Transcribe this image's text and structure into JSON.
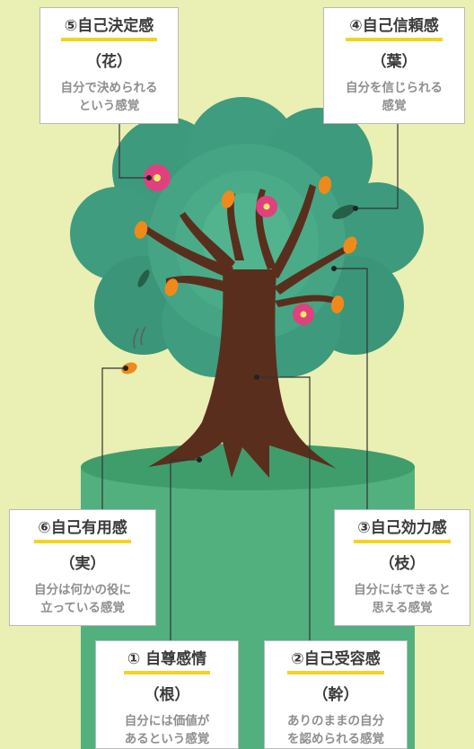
{
  "boxes": [
    {
      "id": "flower",
      "title": "⑤自己決定感",
      "part": "（花）",
      "desc": [
        "自分で決められる",
        "という感覚"
      ]
    },
    {
      "id": "leaf",
      "title": "④自己信頼感",
      "part": "（葉）",
      "desc": [
        "自分を信じられる",
        "感覚"
      ]
    },
    {
      "id": "fruit",
      "title": "⑥自己有用感",
      "part": "（実）",
      "desc": [
        "自分は何かの役に",
        "立っている感覚"
      ]
    },
    {
      "id": "branch",
      "title": "③自己効力感",
      "part": "（枝）",
      "desc": [
        "自分にはできると",
        "思える感覚"
      ]
    },
    {
      "id": "root",
      "title": "① 自尊感情",
      "part": "（根）",
      "desc": [
        "自分には価値が",
        "あるという感覚"
      ]
    },
    {
      "id": "trunk",
      "title": "②自己受容感",
      "part": "（幹）",
      "desc": [
        "ありのままの自分",
        "を認められる感覚"
      ]
    }
  ],
  "colors": {
    "background": "#eaefb3",
    "ground": "#52b07f",
    "foliage": "#3f9c7e",
    "trunk": "#5a2e1d",
    "flower": "#e0417e",
    "fruit": "#ef8a1a",
    "accent_underline": "#f3d321"
  }
}
